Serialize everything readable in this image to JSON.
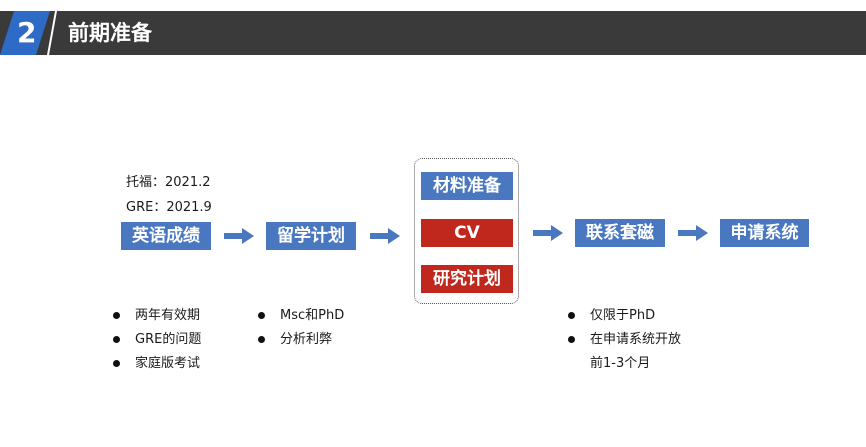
{
  "header": {
    "number": "2",
    "title": "前期准备"
  },
  "notes": {
    "toefl": "托福：2021.2",
    "gre": "GRE：2021.9"
  },
  "flow": {
    "step1": "英语成绩",
    "step2": "留学计划",
    "materials": {
      "item1": "材料准备",
      "item2": "CV",
      "item3": "研究计划"
    },
    "step4": "联系套磁",
    "step5": "申请系统"
  },
  "bullets": {
    "english": [
      "两年有效期",
      "GRE的问题",
      "家庭版考试"
    ],
    "plan": [
      "Msc和PhD",
      "分析利弊"
    ],
    "contact": [
      "仅限于PhD",
      "在申请系统开放"
    ],
    "contact_continuation": "前1-3个月"
  },
  "colors": {
    "header_bg": "#3a3a3a",
    "accent_blue": "#4a78c0",
    "accent_red": "#c0281e",
    "number_blue": "#2e6bc6"
  }
}
